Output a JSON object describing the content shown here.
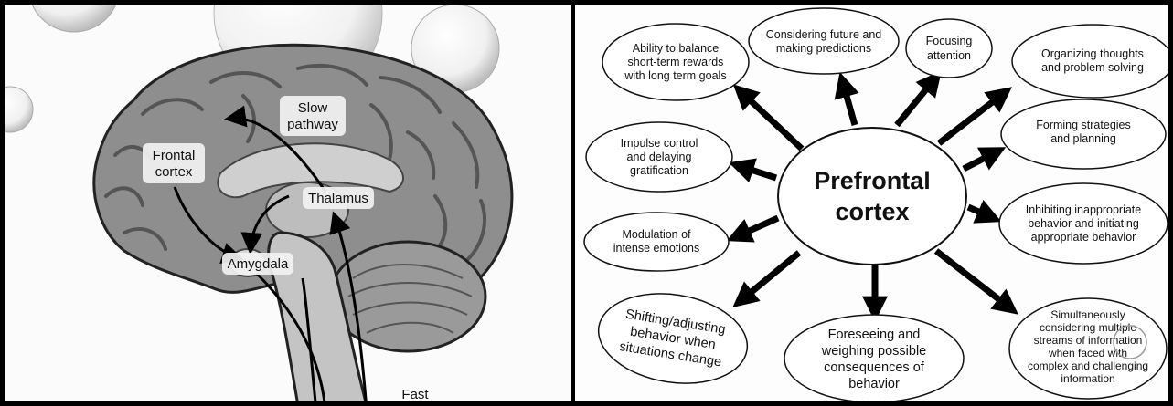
{
  "left_figure": {
    "labels": {
      "slow_line1": "Slow",
      "slow_line2": "pathway",
      "frontal_line1": "Frontal",
      "frontal_line2": "cortex",
      "thalamus": "Thalamus",
      "amygdala": "Amygdala",
      "fast": "Fast"
    }
  },
  "right_figure": {
    "center_line1": "Prefrontal",
    "center_line2": "cortex",
    "functions": {
      "balance": [
        "Ability to balance",
        "short-term rewards",
        "with long term goals"
      ],
      "future": [
        "Considering future and",
        "making predictions"
      ],
      "focusing": [
        "Focusing",
        "attention"
      ],
      "organizing": [
        "Organizing thoughts",
        "and problem solving"
      ],
      "strategies": [
        "Forming strategies",
        "and planning"
      ],
      "impulse": [
        "Impulse control",
        "and delaying",
        "gratification"
      ],
      "inhibiting": [
        "Inhibiting inappropriate",
        "behavior and initiating",
        "appropriate behavior"
      ],
      "modulation": [
        "Modulation of",
        "intense emotions"
      ],
      "shifting": [
        "Shifting/adjusting",
        "behavior when",
        "situations change"
      ],
      "foreseeing": [
        "Foreseeing and",
        "weighing possible",
        "consequences of",
        "behavior"
      ],
      "simultaneous": [
        "Simultaneously",
        "considering multiple",
        "streams of information",
        "when faced with",
        "complex and challenging",
        "information"
      ]
    }
  }
}
